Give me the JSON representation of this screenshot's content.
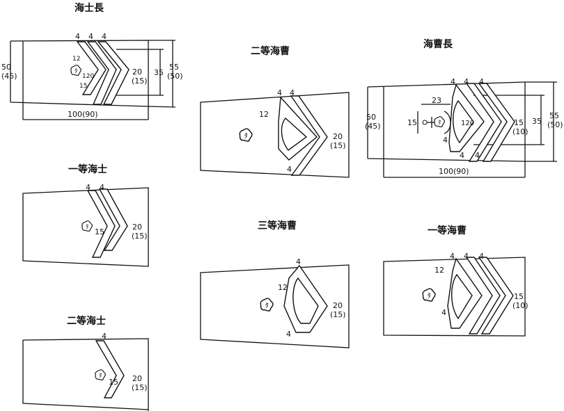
{
  "panels": [
    {
      "title": "海士長",
      "labels": [
        "4",
        "4",
        "4",
        "12",
        "120",
        "15",
        "20",
        "(15)",
        "50",
        "(45)",
        "35",
        "55",
        "(50)",
        "100(90)"
      ]
    },
    {
      "title": "一等海士",
      "labels": [
        "4",
        "4",
        "15",
        "20",
        "(15)"
      ]
    },
    {
      "title": "二等海士",
      "labels": [
        "4",
        "15",
        "20",
        "(15)"
      ]
    },
    {
      "title": "二等海曹",
      "labels": [
        "4",
        "4",
        "12",
        "20",
        "(15)",
        "4"
      ]
    },
    {
      "title": "三等海曹",
      "labels": [
        "4",
        "12",
        "20",
        "(15)",
        "4"
      ]
    },
    {
      "title": "海曹長",
      "labels": [
        "4",
        "4",
        "4",
        "23",
        "15",
        "120",
        "4",
        "4",
        "4",
        "15",
        "(10)",
        "35",
        "55",
        "(50)",
        "50",
        "(45)",
        "100(90)"
      ]
    },
    {
      "title": "一等海曹",
      "labels": [
        "4",
        "4",
        "4",
        "12",
        "4",
        "15",
        "(10)"
      ]
    }
  ]
}
